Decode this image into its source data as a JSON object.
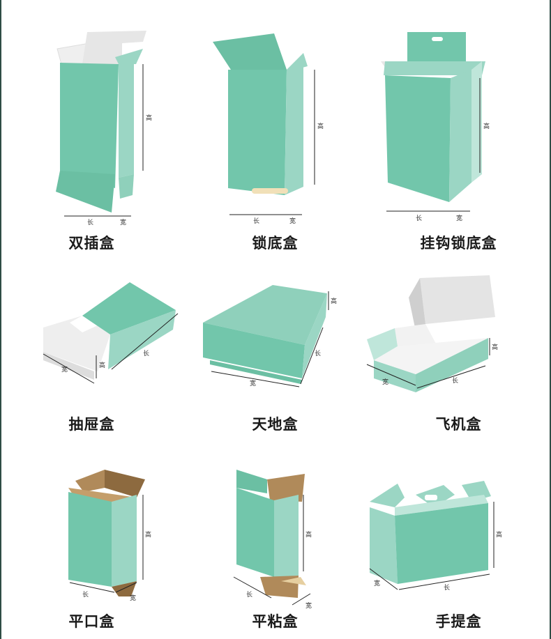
{
  "colors": {
    "front": "#72c6ab",
    "side": "#9bd6c4",
    "top": "#bfe6da",
    "inner": "#efefef",
    "kraft": "#b08a5a",
    "kraft_dark": "#8d6a3f"
  },
  "boxes": [
    {
      "name": "双插盒",
      "labels": {
        "length": "长",
        "width": "宽",
        "height": "高"
      }
    },
    {
      "name": "锁底盒",
      "labels": {
        "length": "长",
        "width": "宽",
        "height": "高"
      }
    },
    {
      "name": "挂钩锁底盒",
      "labels": {
        "length": "长",
        "width": "宽",
        "height": "高"
      }
    },
    {
      "name": "抽屉盒",
      "labels": {
        "length": "长",
        "width": "宽",
        "height": "高"
      }
    },
    {
      "name": "天地盒",
      "labels": {
        "length": "长",
        "width": "宽",
        "height": "高"
      }
    },
    {
      "name": "飞机盒",
      "labels": {
        "length": "长",
        "width": "宽",
        "height": "高"
      }
    },
    {
      "name": "平口盒",
      "labels": {
        "length": "长",
        "width": "宽",
        "height": "高"
      }
    },
    {
      "name": "平粘盒",
      "labels": {
        "length": "长",
        "width": "宽",
        "height": "高"
      }
    },
    {
      "name": "手提盒",
      "labels": {
        "length": "长",
        "width": "宽",
        "height": "高"
      }
    }
  ]
}
